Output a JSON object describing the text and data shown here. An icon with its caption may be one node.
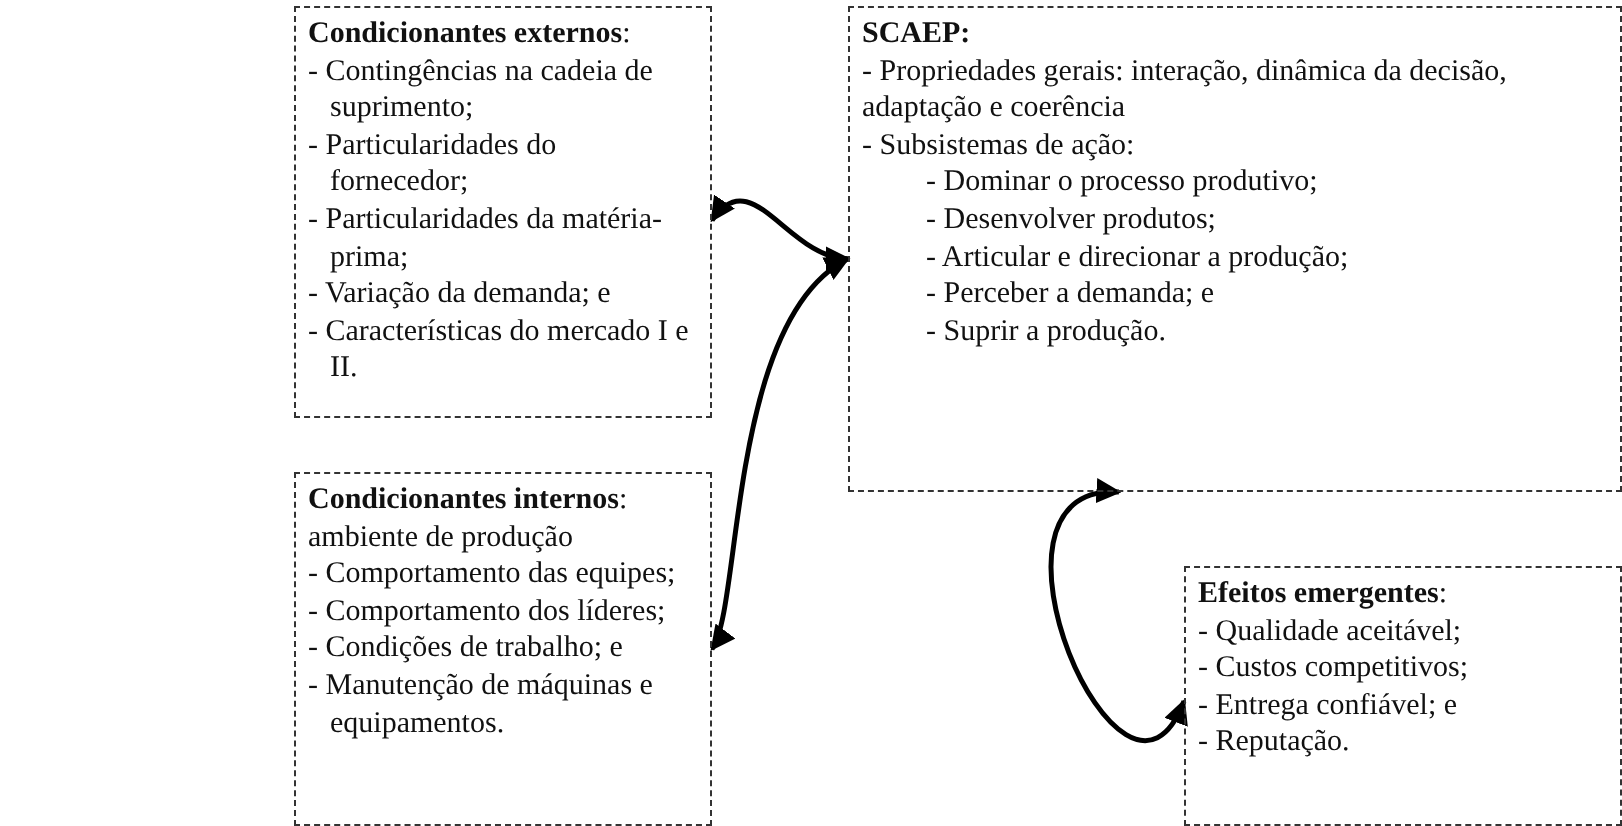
{
  "diagram": {
    "nodes": [
      {
        "text": [
          "**Condicionantes externos**:",
          "- Contingências na cadeia de suprimento;",
          "- Particularidades do fornecedor;",
          "- Particularidades da matéria-prima;",
          "- Variação da demanda; e",
          "- Características do mercado I e II."
        ]
      },
      {
        "text": [
          "SCAEP:",
          "- Propriedades gerais: interação, dinâmica da decisão, adaptação e coerência",
          "- Subsistemas de ação:",
          "- Dominar o processo produtivo;",
          "- Desenvolver produtos;",
          "- Articular e direcionar a produção;",
          "- Perceber a demanda; e",
          "- Suprir a produção."
        ]
      },
      {
        "text": [
          "**Condicionantes internos**: ambiente de produção",
          "- Comportamento das equipes;",
          "- Comportamento dos líderes;",
          "- Condições de trabalho; e",
          "- Manutenção de máquinas e equipamentos."
        ]
      },
      {
        "text": [
          "**Efeitos emergentes**:",
          "- Qualidade aceitável;",
          "- Custos competitivos;",
          "- Entrega confiável; e",
          "- Reputação."
        ]
      }
    ],
    "edges": [
      {
        "from": 1,
        "to": 0,
        "arrow": "both"
      },
      {
        "from": 1,
        "to": 2,
        "arrow": "both"
      },
      {
        "from": 1,
        "to": 3,
        "arrow": "both"
      }
    ]
  }
}
